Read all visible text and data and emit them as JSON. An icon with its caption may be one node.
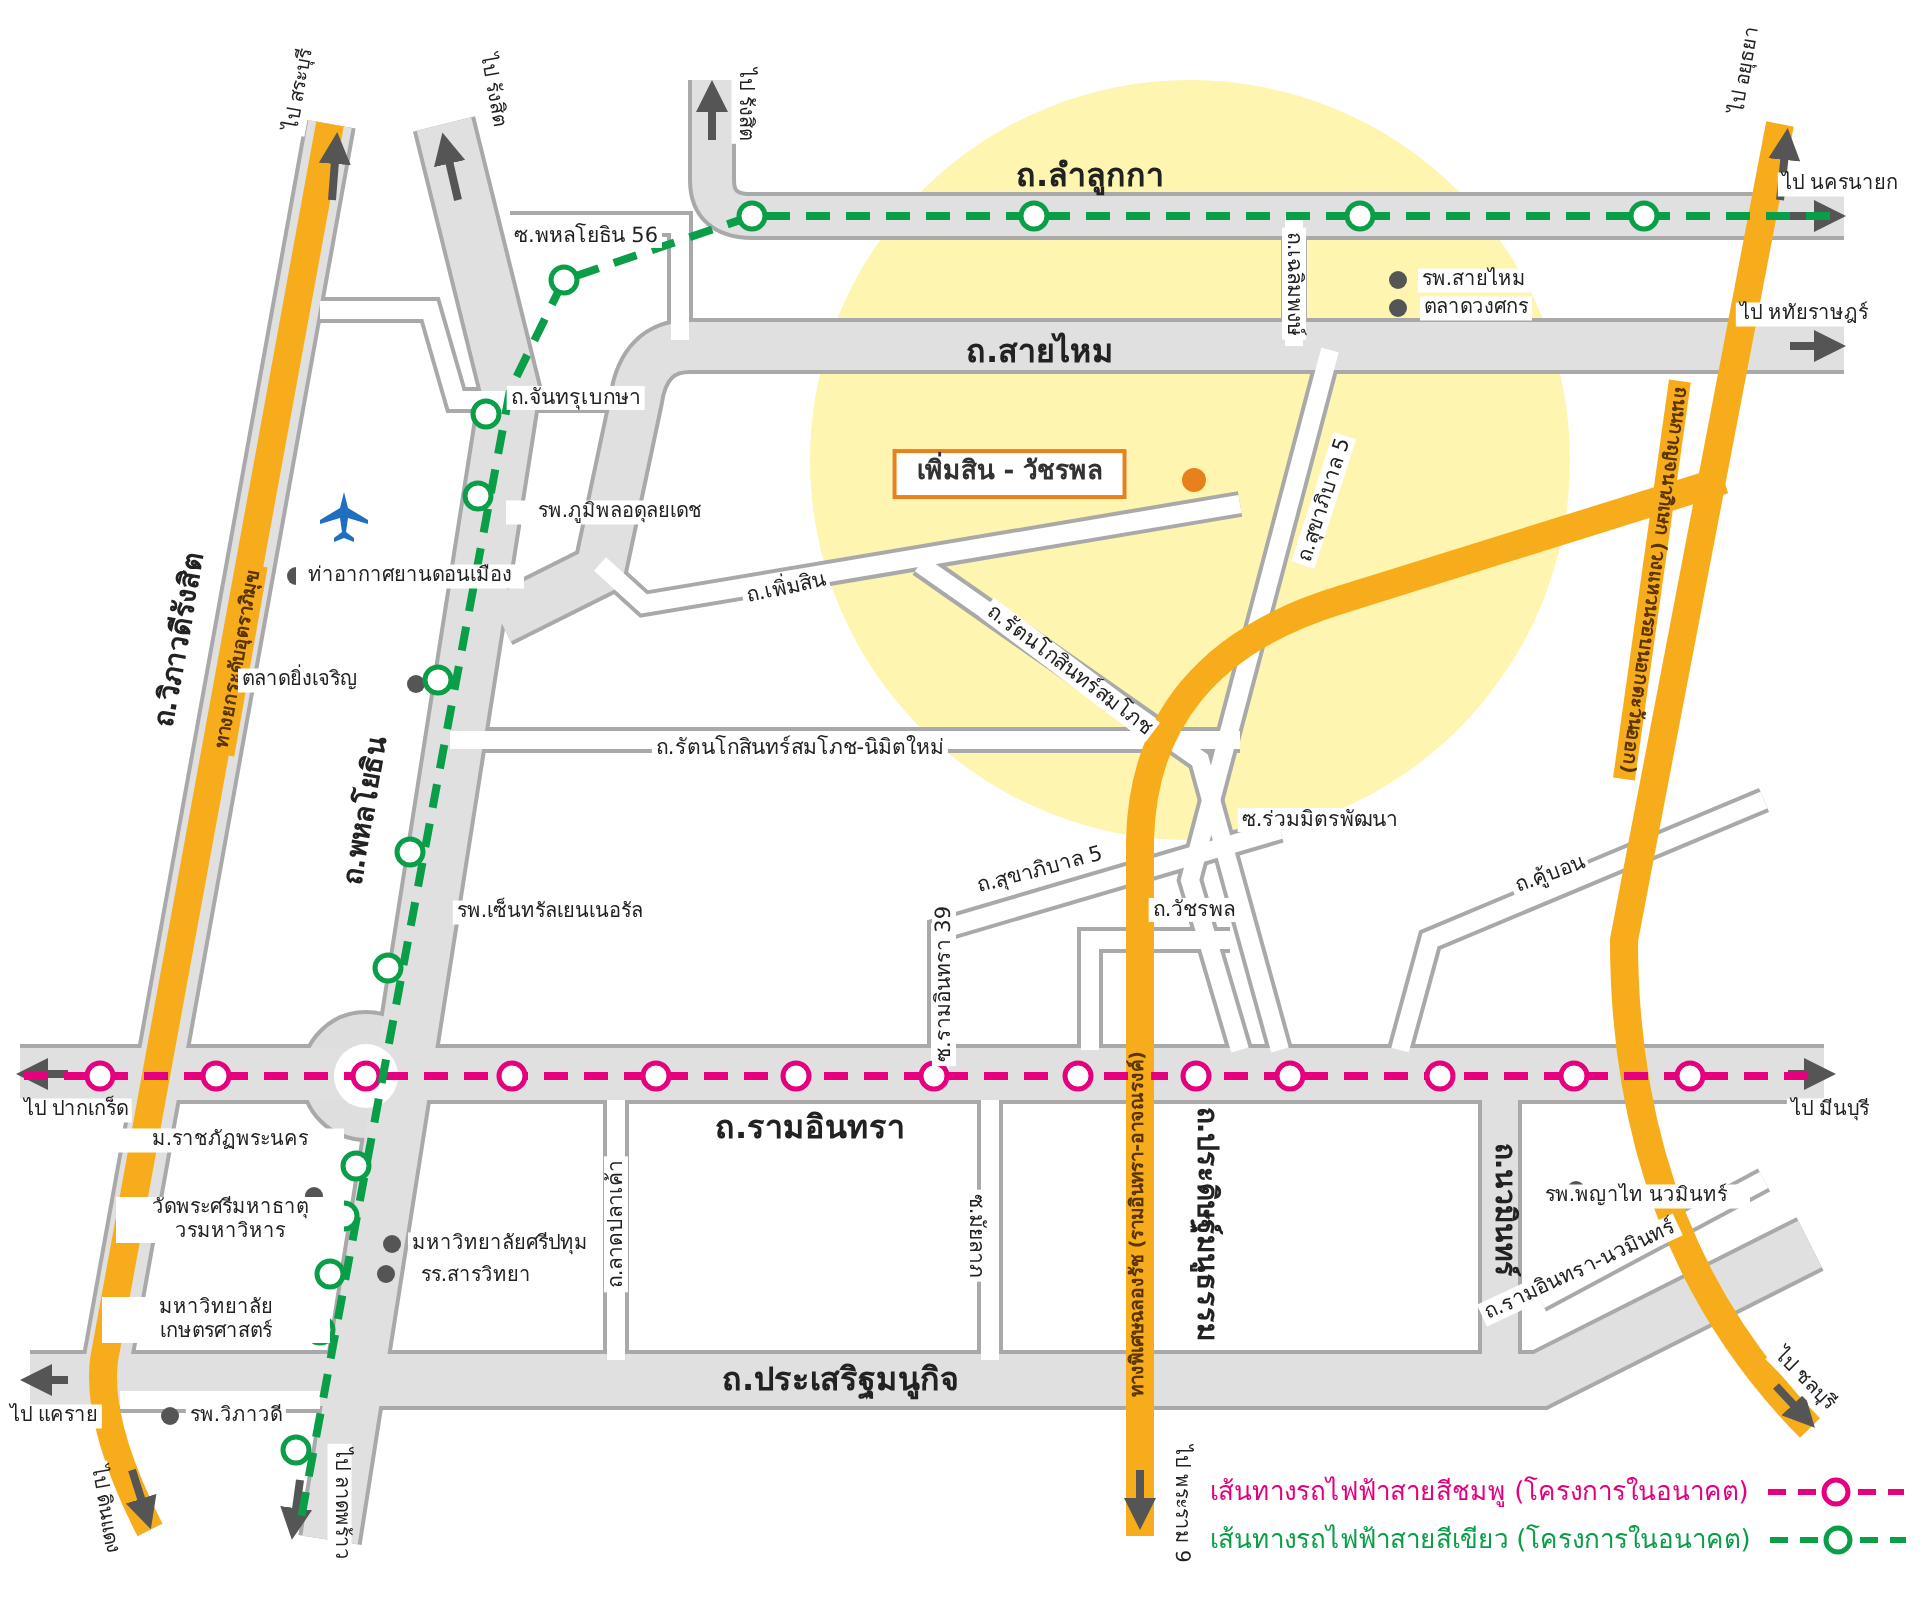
{
  "diagram": {
    "labels": [
      "ไป สระบุรี",
      "ไป รังสิต",
      "ไป รังสิต",
      "ถ.ลำลูกกา",
      "ไป อยุธยา",
      "ไป นครนายก",
      "ซ.พหลโยธิน 56",
      "ถ.เฉลิมพงษ์",
      "รพ.สายไหม",
      "ตลาดวงศกร",
      "ไป หทัยราษฎร์",
      "ถ.สายไหม",
      "ถ.จันทรุเบกษา",
      "เพิ่มสิน - วัชรพล",
      "ถ.สุขาภิบาล 5",
      "รพ.ภูมิพลอดุลยเดช",
      "ท่าอากาศยานดอนเมือง",
      "ถ.เพิ่มสิน",
      "ถ.วิภาวดีรังสิต",
      "ทางยกระดับอุตราภิมุข",
      "ตลาดยิ่งเจริญ",
      "ถ.พหลโยธิน",
      "ถ.รัตนโกสินทร์สมโภช",
      "ถ.รัตนโกสินทร์สมโภช-นิมิตใหม่",
      "ซ.ร่วมมิตรพัฒนา",
      "ถ.สุขาภิบาล 5",
      "ถ.วัชรพล",
      "ถ.คู้บอน",
      "ถนนกาญจนาภิเษก (วงแหวนรอบนอกตะวันออก)",
      "ทางพิเศษฉลองรัช (รามอินทรา-อาจณรงค์)",
      "รพ.เซ็นทรัลเยนเนอรัล",
      "ซ.รามอินทรา 39",
      "ไป ปากเกร็ด",
      "ไป มีนบุรี",
      "ม.ราชภัฏพระนคร",
      "วัดพระศรีมหาธาตุวรมหาวิหาร",
      "ถ.รามอินทรา",
      "มหาวิทยาลัยศรีปทุม",
      "รร.สารวิทยา",
      "ถ.ลาดปลาเค้า",
      "ซ.มัยลาภ",
      "ถ.ประดิษฐ์มนูธรรม",
      "ถ.นวมินทร์",
      "รพ.พญาไท นวมินทร์",
      "ถ.รามอินทรา-นวมินทร์",
      "มหาวิทยาลัยเกษตรศาสตร์",
      "ถ.ประเสริฐมนูกิจ",
      "ไป แคราย",
      "รพ.วิภาวดี",
      "ไป ดินแดง",
      "ไป ลาดพร้าว",
      "ไป พระราม 9",
      "ไป ชลบุรี"
    ],
    "legend": [
      {
        "text": "เส้นทางรถไฟฟ้าสายสีชมพู (โครงการในอนาคต)"
      },
      {
        "text": "เส้นทางรถไฟฟ้าสายสีเขียว (โครงการในอนาคต)"
      }
    ]
  }
}
